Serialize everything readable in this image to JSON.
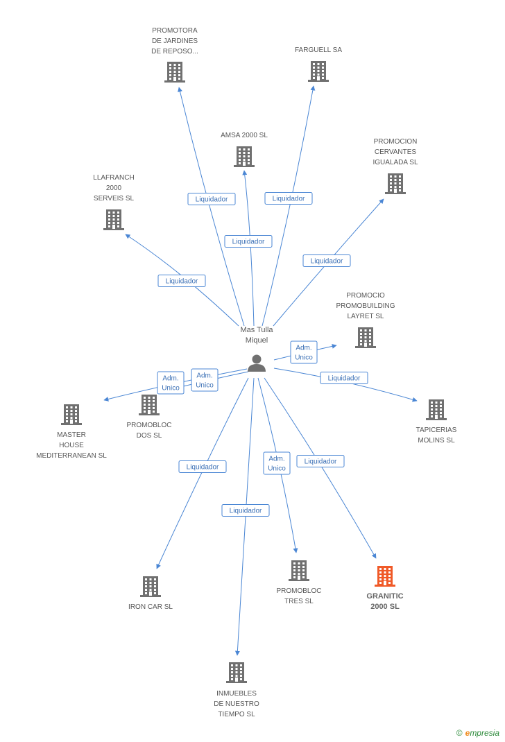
{
  "person": {
    "label": [
      "Mas Tulla",
      "Miquel"
    ]
  },
  "colors": {
    "edge": "#4a86d4",
    "building": "#707070",
    "highlight": "#f05a28"
  },
  "nodes": [
    {
      "id": "promotora",
      "label": [
        "PROMOTORA",
        "DE JARDINES",
        "DE REPOSO..."
      ],
      "highlight": false
    },
    {
      "id": "farguell",
      "label": [
        "FARGUELL SA"
      ],
      "highlight": false
    },
    {
      "id": "amsa",
      "label": [
        "AMSA 2000 SL"
      ],
      "highlight": false
    },
    {
      "id": "cervantes",
      "label": [
        "PROMOCION",
        "CERVANTES",
        "IGUALADA SL"
      ],
      "highlight": false
    },
    {
      "id": "llafranch",
      "label": [
        "LLAFRANCH",
        "2000",
        "SERVEIS SL"
      ],
      "highlight": false
    },
    {
      "id": "promobuilding",
      "label": [
        "PROMOCIO",
        "PROMOBUILDING",
        "LAYRET SL"
      ],
      "highlight": false
    },
    {
      "id": "master",
      "label": [
        "MASTER",
        "HOUSE",
        "MEDITERRANEAN SL"
      ],
      "highlight": false
    },
    {
      "id": "promobloc_dos",
      "label": [
        "PROMOBLOC",
        "DOS SL"
      ],
      "highlight": false
    },
    {
      "id": "tapicerias",
      "label": [
        "TAPICERIAS",
        "MOLINS  SL"
      ],
      "highlight": false
    },
    {
      "id": "ironcar",
      "label": [
        "IRON CAR SL"
      ],
      "highlight": false
    },
    {
      "id": "promobloc_tres",
      "label": [
        "PROMOBLOC",
        "TRES SL"
      ],
      "highlight": false
    },
    {
      "id": "granitic",
      "label": [
        "GRANITIC",
        "2000 SL"
      ],
      "highlight": true
    },
    {
      "id": "inmuebles",
      "label": [
        "INMUEBLES",
        "DE NUESTRO",
        "TIEMPO SL"
      ],
      "highlight": false
    }
  ],
  "edges": [
    {
      "to": "promotora",
      "label": [
        "Liquidador"
      ]
    },
    {
      "to": "farguell",
      "label": [
        "Liquidador"
      ]
    },
    {
      "to": "amsa",
      "label": [
        "Liquidador"
      ]
    },
    {
      "to": "cervantes",
      "label": [
        "Liquidador"
      ]
    },
    {
      "to": "llafranch",
      "label": [
        "Liquidador"
      ]
    },
    {
      "to": "promobuilding",
      "label": [
        "Adm.",
        "Unico"
      ]
    },
    {
      "to": "master",
      "label": [
        "Adm.",
        "Unico"
      ]
    },
    {
      "to": "promobloc_dos",
      "label": [
        "Adm.",
        "Unico"
      ]
    },
    {
      "to": "tapicerias",
      "label": [
        "Liquidador"
      ]
    },
    {
      "to": "ironcar",
      "label": [
        "Liquidador"
      ]
    },
    {
      "to": "promobloc_tres",
      "label": [
        "Adm.",
        "Unico"
      ]
    },
    {
      "to": "granitic",
      "label": [
        "Liquidador"
      ]
    },
    {
      "to": "inmuebles",
      "label": [
        "Liquidador"
      ]
    }
  ],
  "footer": {
    "copyright": "©",
    "brand_initial": "e",
    "brand_rest": "mpresia"
  }
}
